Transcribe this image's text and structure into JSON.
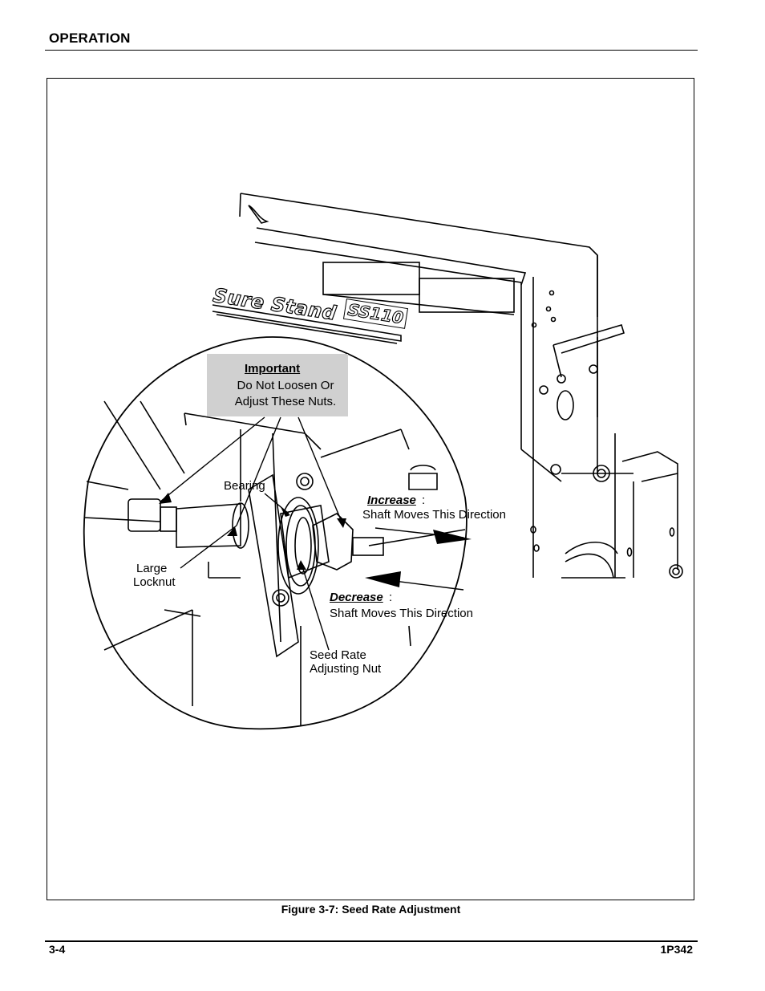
{
  "header": {
    "section": "OPERATION"
  },
  "figure": {
    "caption": "Figure 3-7:  Seed Rate Adjustment",
    "callout": {
      "title": "Important",
      "text": "Do Not Loosen Or Adjust These Nuts."
    },
    "labels": {
      "bearing": "Bearing",
      "large_locknut_1": "Large",
      "large_locknut_2": "Locknut",
      "seed_rate_1": "Seed Rate",
      "seed_rate_2": "Adjusting Nut",
      "increase_title": "Increase",
      "increase_colon": ":",
      "increase_text": "Shaft Moves This Direction",
      "decrease_title": "Decrease",
      "decrease_colon": ":",
      "decrease_text": "Shaft Moves This Direction"
    },
    "decal": {
      "brand": "Sure Stand",
      "model": "SS110"
    }
  },
  "footer": {
    "page": "3-4",
    "doc_id": "1P342"
  }
}
